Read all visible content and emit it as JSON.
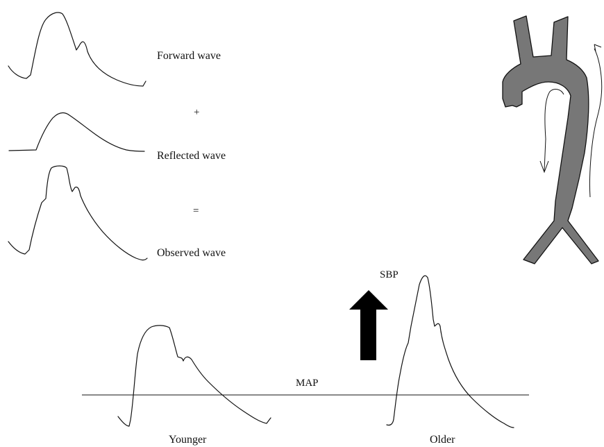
{
  "labels": {
    "forward": "Forward wave",
    "plus": "+",
    "reflected": "Reflected wave",
    "equals": "=",
    "observed": "Observed wave",
    "sbp": "SBP",
    "map": "MAP",
    "younger": "Younger",
    "older": "Older"
  },
  "colors": {
    "aorta_fill": "#777777",
    "line": "#111111",
    "arrow": "#000000"
  }
}
